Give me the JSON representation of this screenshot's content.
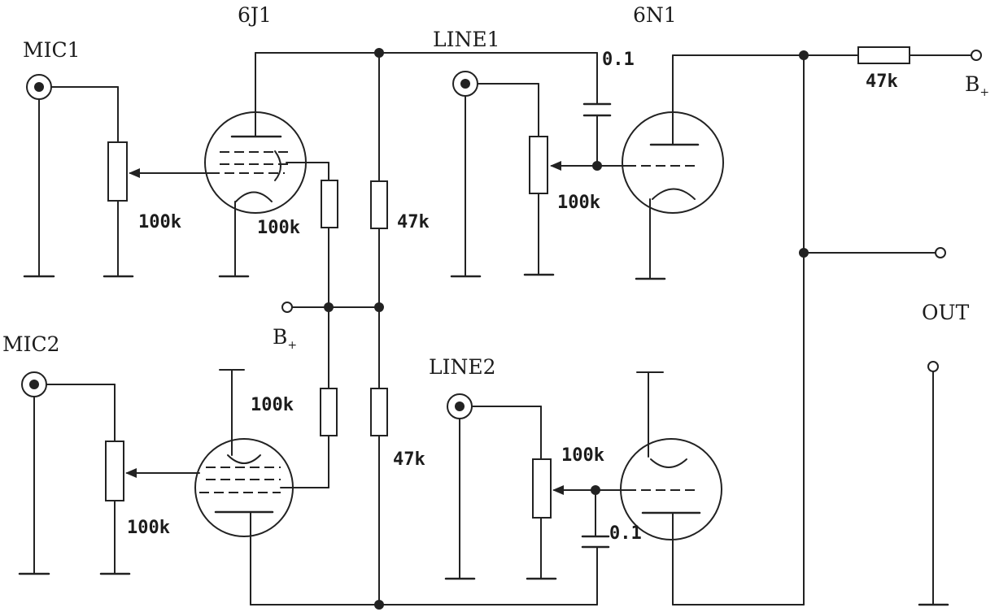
{
  "tubes": {
    "left": "6J1",
    "right": "6N1"
  },
  "inputs": {
    "mic1": "MIC1",
    "mic2": "MIC2",
    "line1": "LINE1",
    "line2": "LINE2"
  },
  "output": "OUT",
  "supply": {
    "label": "B",
    "subscript": "+"
  },
  "values": {
    "pot_mic1": "100k",
    "pot_mic2": "100k",
    "pot_line1": "100k",
    "pot_line2": "100k",
    "plate_res_upper": "100k",
    "plate_res_lower": "100k",
    "screen_res_upper": "47k",
    "screen_res_lower": "47k",
    "output_res": "47k",
    "cap_upper": "0.1",
    "cap_lower": "0.1"
  }
}
